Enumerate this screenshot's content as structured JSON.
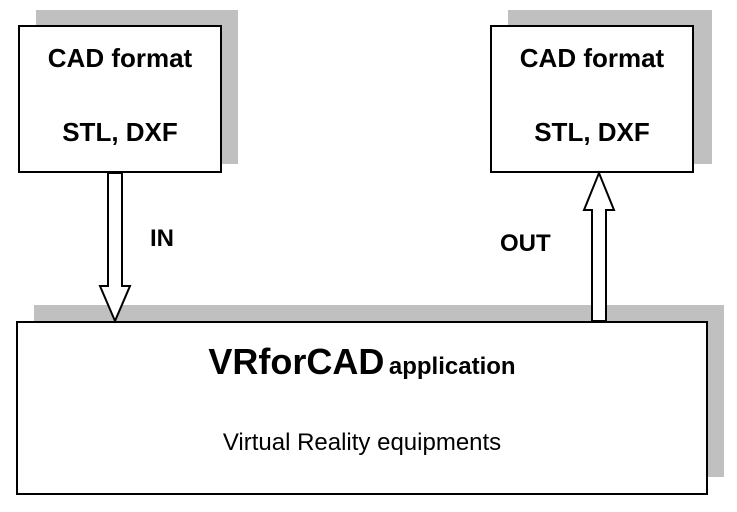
{
  "input_box": {
    "title": "CAD format",
    "formats": "STL, DXF"
  },
  "output_box": {
    "title": "CAD format",
    "formats": "STL, DXF"
  },
  "in_label": "IN",
  "out_label": "OUT",
  "app": {
    "name": "VRforCAD",
    "suffix": "application",
    "subtitle": "Virtual Reality equipments"
  },
  "colors": {
    "shadow": "#c0c0c0",
    "border": "#000000",
    "background": "#ffffff"
  }
}
